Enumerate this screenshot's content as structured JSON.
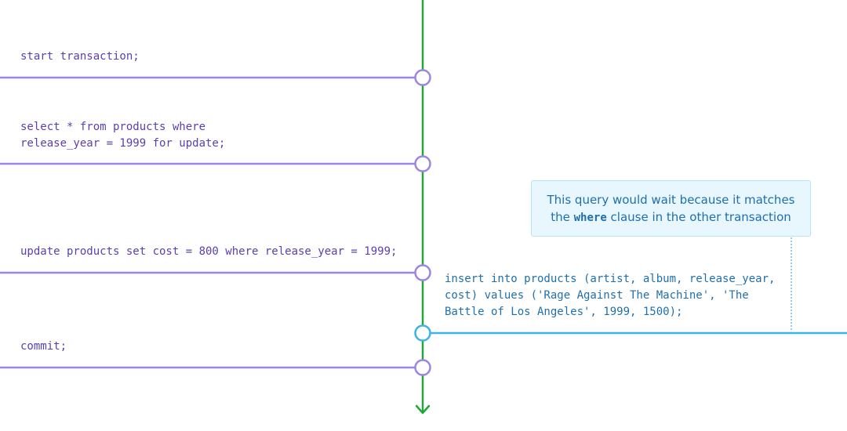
{
  "colors": {
    "timeline": "#22a83a",
    "transaction_a": "#9b86e6",
    "transaction_b": "#3ab4ea",
    "code_a": "#5b3fb1",
    "code_b": "#1f6fae",
    "callout_bg": "#e8f6fd",
    "callout_border": "#b6e3f5"
  },
  "statements_a": [
    {
      "lines": [
        "start transaction;"
      ]
    },
    {
      "lines": [
        "select * from products where",
        "release_year = 1999 for update;"
      ]
    },
    {
      "lines": [
        "update products set cost = 800 where release_year = 1999;"
      ]
    },
    {
      "lines": [
        "commit;"
      ]
    }
  ],
  "statement_b": {
    "lines": [
      "insert into products (artist, album, release_year,",
      "cost) values ('Rage Against The Machine', 'The",
      "Battle of Los Angeles', 1999, 1500);"
    ]
  },
  "callout": {
    "line1": "This query would wait because it matches",
    "line2_prefix": "the ",
    "line2_code": "where",
    "line2_suffix": " clause in the other transaction"
  }
}
